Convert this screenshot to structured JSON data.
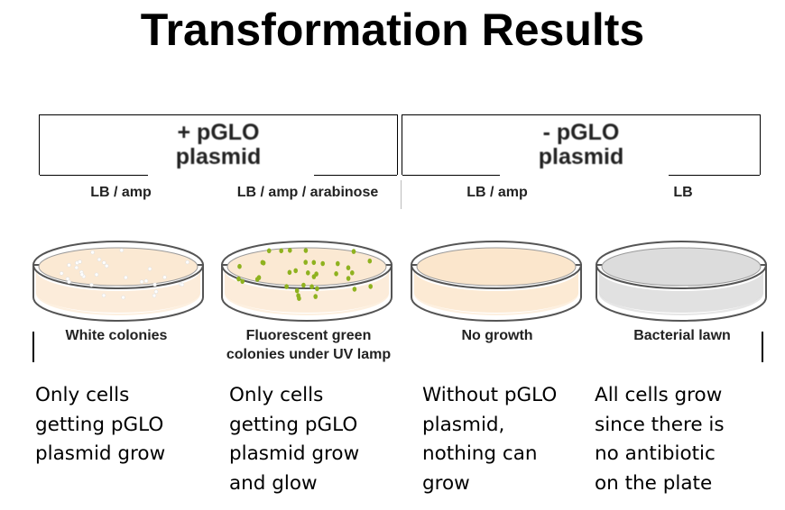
{
  "title": "Transformation Results",
  "groups": [
    {
      "label_line1": "+ pGLO",
      "label_line2": "plasmid"
    },
    {
      "label_line1": "- pGLO",
      "label_line2": "plasmid"
    }
  ],
  "plates": [
    {
      "medium": "LB / amp",
      "caption_line1": "White colonies",
      "caption_line2": "",
      "description": "Only cells\ngetting pGLO\nplasmid grow",
      "agar_color": "#fbe9d3",
      "colonies": "white"
    },
    {
      "medium": "LB / amp / arabinose",
      "caption_line1": "Fluorescent green",
      "caption_line2": "colonies under UV lamp",
      "description": "Only cells\ngetting pGLO\nplasmid grow\nand glow",
      "agar_color": "#fbe9d3",
      "colonies": "green"
    },
    {
      "medium": "LB / amp",
      "caption_line1": "No growth",
      "caption_line2": "",
      "description": "Without pGLO\nplasmid,\nnothing can\ngrow",
      "agar_color": "#fbe6cc",
      "colonies": "none"
    },
    {
      "medium": "LB",
      "caption_line1": "Bacterial lawn",
      "caption_line2": "",
      "description": "All cells grow\nsince there is\nno antibiotic\non the plate",
      "agar_color": "#dcdcdc",
      "colonies": "lawn"
    }
  ]
}
